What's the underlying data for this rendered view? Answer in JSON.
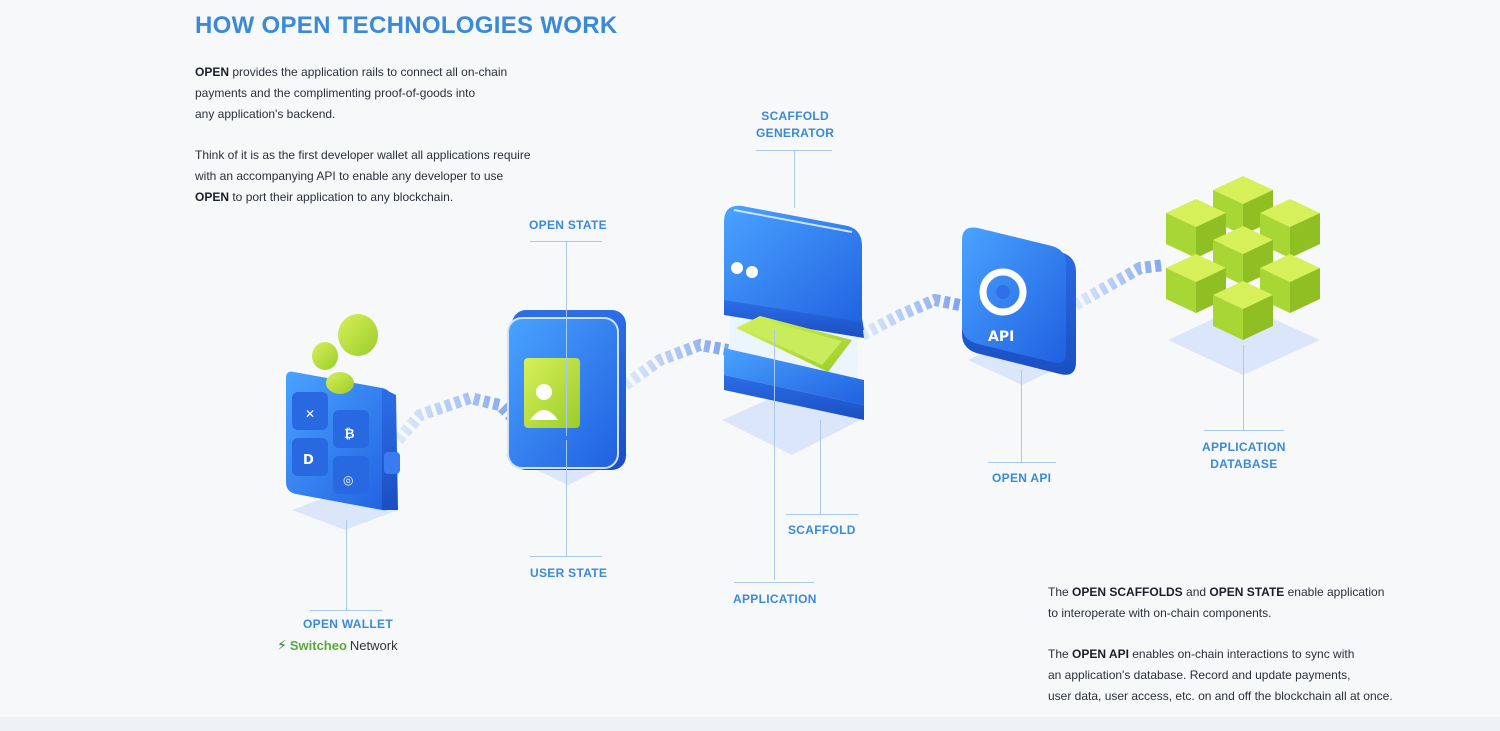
{
  "title": "HOW OPEN TECHNOLOGIES WORK",
  "intro": {
    "p1_bold": "OPEN",
    "p1_line1": " provides the application rails to connect all on-chain",
    "p1_line2": "payments and the complimenting proof-of-goods into",
    "p1_line3": "any application's backend.",
    "p2_line1": "Think of it is as the first developer wallet all applications require",
    "p2_line2": "with an accompanying API to enable any developer to use",
    "p2_bold": "OPEN",
    "p2_line3": " to port their application to any blockchain."
  },
  "labels": {
    "open_wallet": "OPEN WALLET",
    "open_state": "OPEN STATE",
    "user_state": "USER STATE",
    "scaffold_generator_1": "SCAFFOLD",
    "scaffold_generator_2": "GENERATOR",
    "scaffold": "SCAFFOLD",
    "application": "APPLICATION",
    "open_api": "OPEN API",
    "application_database_1": "APPLICATION",
    "application_database_2": "DATABASE",
    "api_icon_text": "API"
  },
  "switcheo": {
    "bolt": "⚡",
    "brand": "Switcheo",
    "network": "Network"
  },
  "outro": {
    "p1_pre": "The ",
    "p1_b1": "OPEN SCAFFOLDS",
    "p1_mid": " and ",
    "p1_b2": "OPEN STATE",
    "p1_post": " enable application",
    "p1_line2": "to interoperate with on-chain components.",
    "p2_pre": "The ",
    "p2_b1": "OPEN API",
    "p2_post": " enables on-chain interactions to sync with",
    "p2_line2": "an application's database. Record and update payments,",
    "p2_line3": "user data, user access, etc. on and off the blockchain all at once."
  },
  "colors": {
    "accent": "#3a8ad8",
    "blue_box": "#2e7ef0",
    "blue_dark": "#1f5fd0",
    "lime": "#b8e03a",
    "shadow": "#dbe6fa"
  }
}
